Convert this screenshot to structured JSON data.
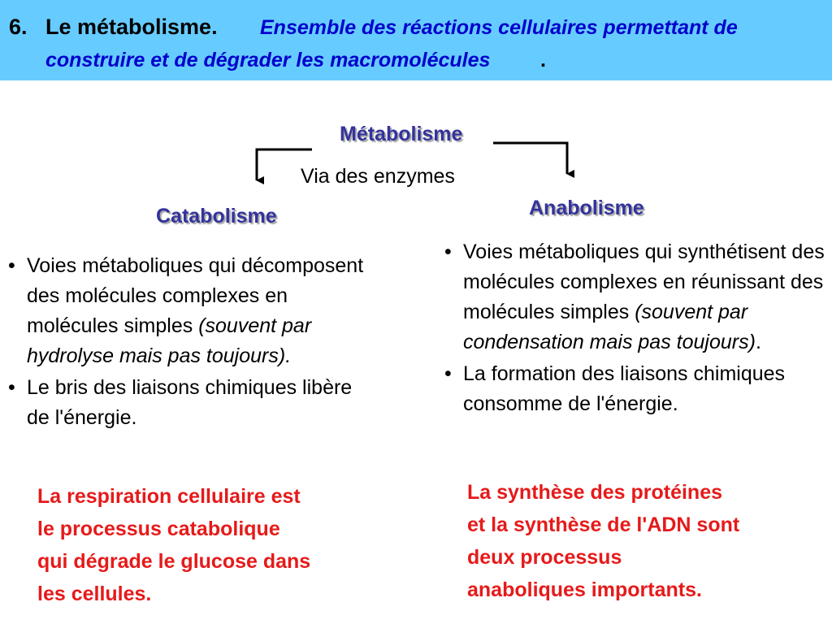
{
  "header": {
    "number": "6.",
    "title": "Le métabolisme.",
    "subtitle_line1": "Ensemble des réactions cellulaires permettant de",
    "subtitle_line2": "construire et de dégrader les macromolécules",
    "period": ".",
    "background_color": "#66ccff",
    "subtitle_color": "#0000cc"
  },
  "diagram": {
    "root": "Métabolisme",
    "via": "Via des enzymes",
    "left_branch": "Catabolisme",
    "right_branch": "Anabolisme",
    "node_color": "#33339c"
  },
  "catabolism": {
    "bullet_symbol": "•",
    "bullet1": {
      "text": "Voies métaboliques qui décomposent des molécules complexes en molécules simples ",
      "italic": "(souvent par hydrolyse mais pas toujours)."
    },
    "bullet2": {
      "text": "Le bris des liaisons chimiques libère de l'énergie."
    },
    "note_lines": [
      "La respiration cellulaire est",
      "le processus catabolique",
      "qui dégrade le glucose dans",
      "les cellules."
    ]
  },
  "anabolism": {
    "bullet_symbol": "•",
    "bullet1": {
      "text": "Voies métaboliques qui synthétisent des molécules complexes en réunissant des molécules simples ",
      "italic": "(souvent par condensation mais pas toujours)",
      "tail": "."
    },
    "bullet2": {
      "text": "La formation des liaisons chimiques consomme de l'énergie."
    },
    "note_lines": [
      "La synthèse des protéines",
      "et la synthèse de l'ADN sont",
      "deux processus",
      "anaboliques importants."
    ]
  },
  "note_color": "#e61a1a"
}
